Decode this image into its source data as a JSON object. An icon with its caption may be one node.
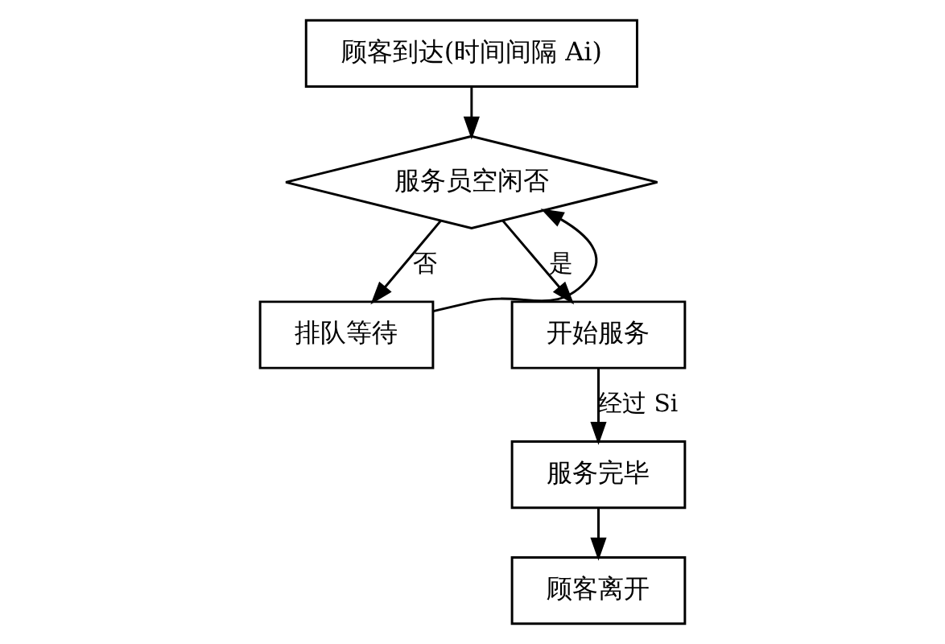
{
  "diagram": {
    "nodes": [
      {
        "text": [
          "顾客到达(时间间隔 Ai)"
        ]
      },
      {
        "text": [
          "服务员空闲否"
        ]
      },
      {
        "text": [
          "排队等待"
        ]
      },
      {
        "text": [
          "开始服务"
        ]
      },
      {
        "text": [
          "服务完毕"
        ]
      },
      {
        "text": [
          "顾客离开"
        ]
      }
    ],
    "edges": [
      {
        "from": 0,
        "to": 1,
        "arrow": "to"
      },
      {
        "from": 1,
        "to": 2,
        "arrow": "to",
        "label": "否"
      },
      {
        "from": 1,
        "to": 3,
        "arrow": "to",
        "label": "是"
      },
      {
        "from": 2,
        "to": 1,
        "arrow": "to"
      },
      {
        "from": 3,
        "to": 4,
        "arrow": "to",
        "label": "经过 Si"
      },
      {
        "from": 4,
        "to": 5,
        "arrow": "to"
      }
    ]
  }
}
